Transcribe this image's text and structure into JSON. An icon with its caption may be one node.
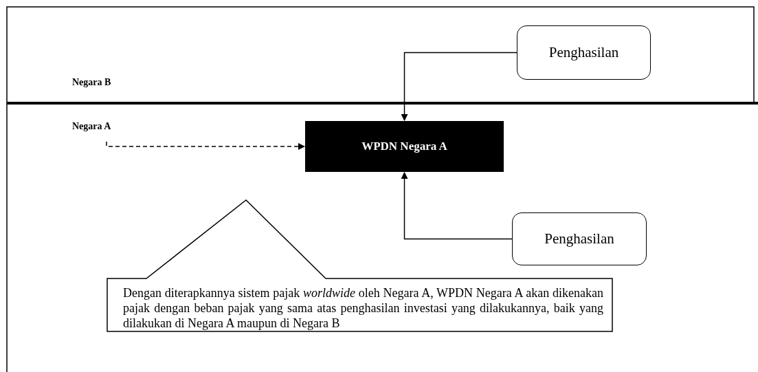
{
  "diagram": {
    "nodes": [
      {
        "text": [
          "Penghasilan"
        ]
      },
      {
        "text": [
          "WPDN Negara A"
        ]
      },
      {
        "text": [
          "Penghasilan"
        ]
      },
      {
        "text": [
          "Dengan diterapkannya sistem pajak *worldwide* oleh Negara A, WPDN Negara A akan dikenakan pajak dengan beban pajak yang sama atas penghasilan investasi yang dilakukannya, baik yang dilakukan di Negara A maupun di Negara B"
        ]
      }
    ],
    "edges": [
      {
        "from": 0,
        "to": 1,
        "arrow": "to"
      },
      {
        "from": 2,
        "to": 1,
        "arrow": "to"
      },
      {
        "from": null,
        "to": 1,
        "arrow": "to",
        "style": "dashed"
      }
    ],
    "labels": [
      "Negara B",
      "Negara A"
    ]
  }
}
